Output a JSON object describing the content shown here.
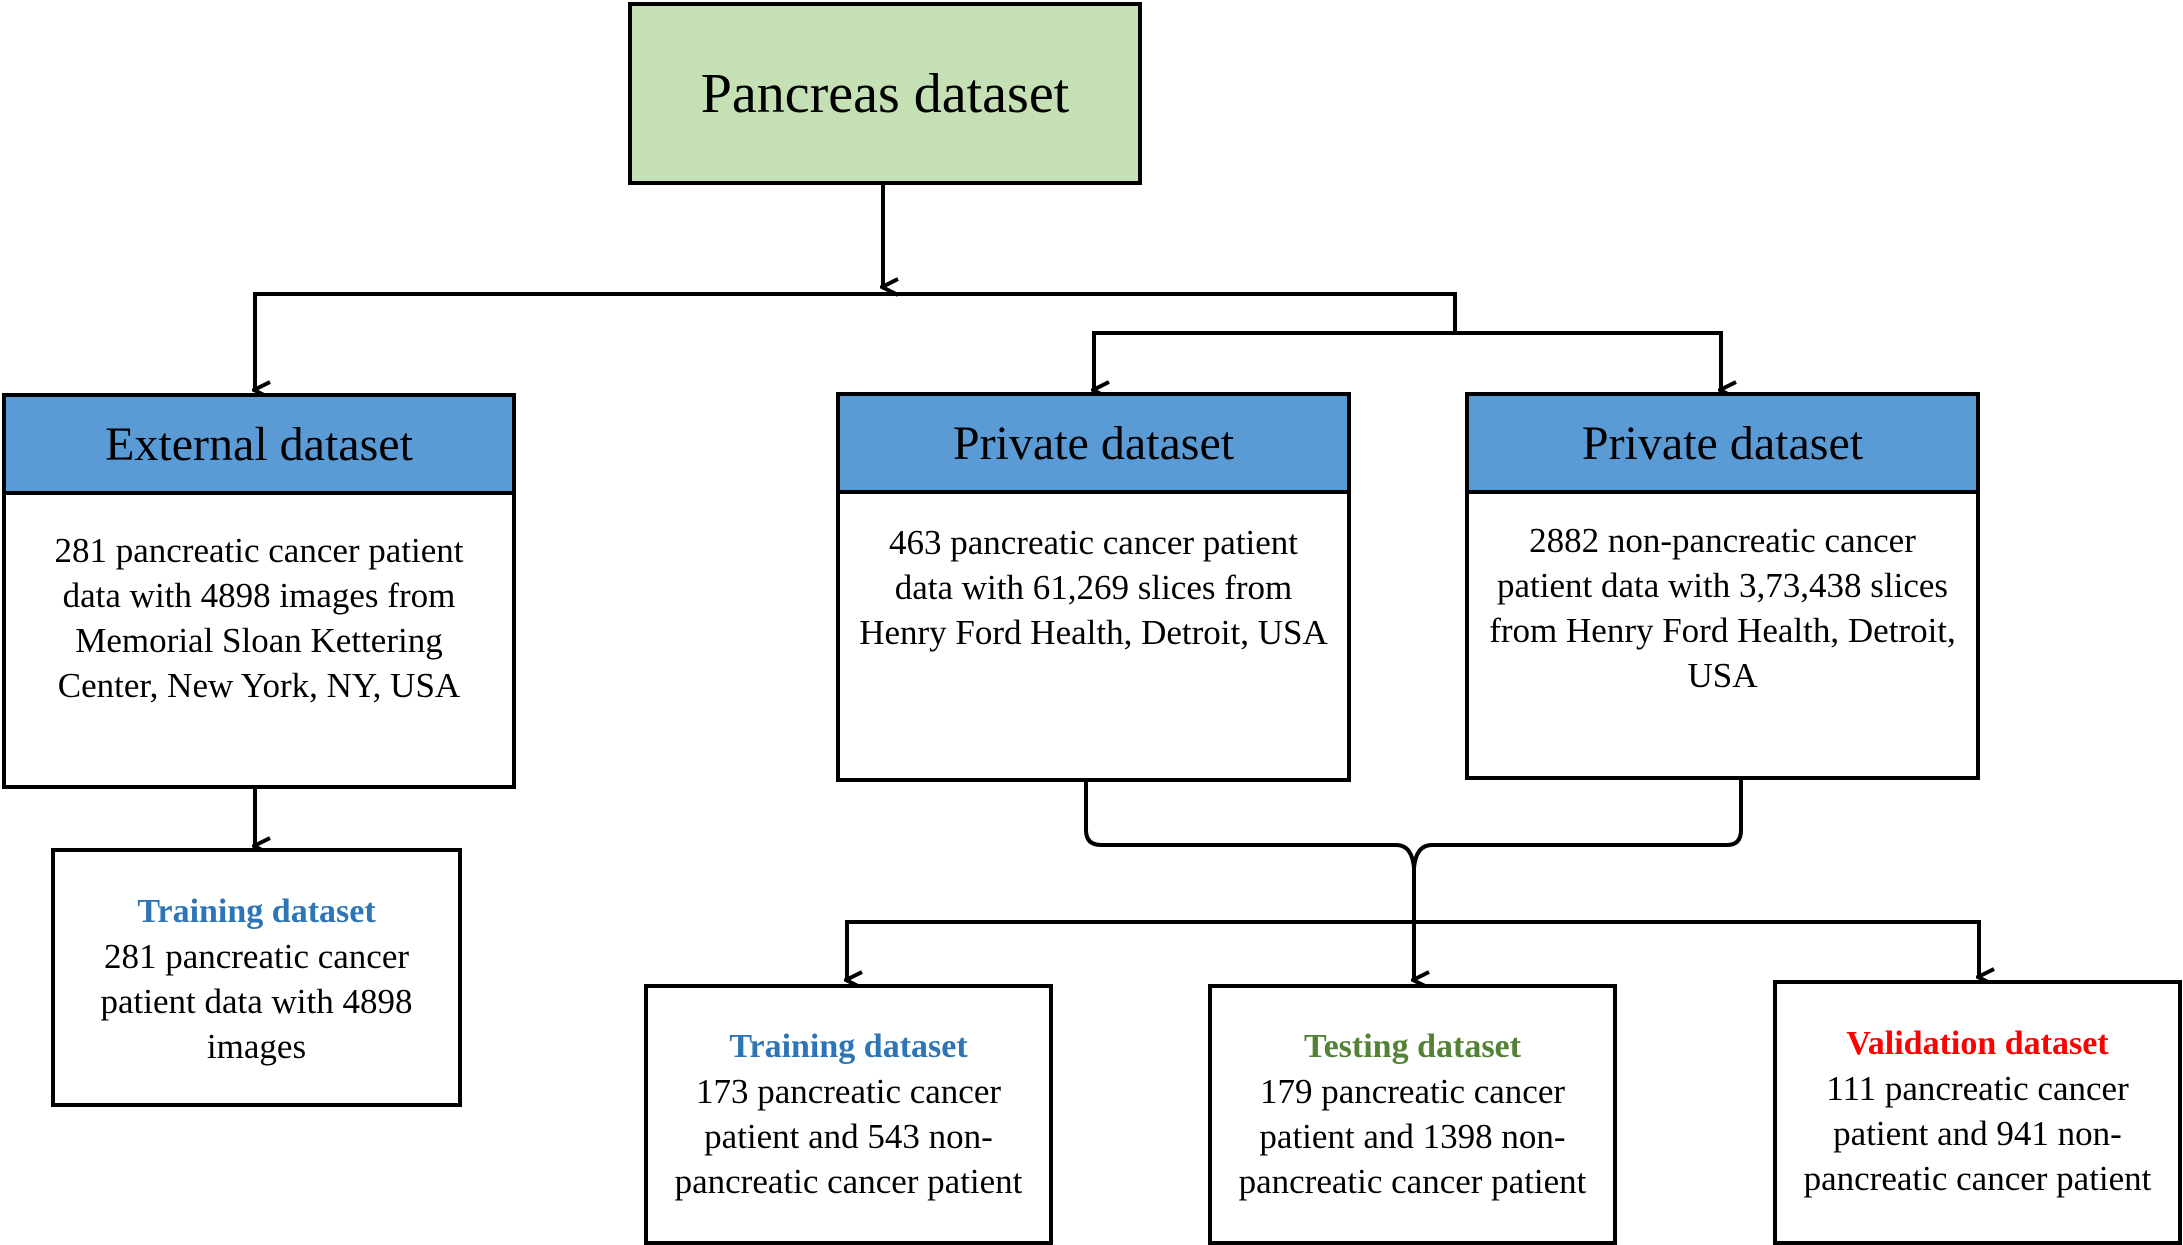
{
  "root": {
    "title": "Pancreas dataset"
  },
  "external": {
    "title": "External dataset",
    "text": "281 pancreatic cancer patient data with 4898 images from Memorial Sloan Kettering Center, New York, NY, USA"
  },
  "private_cancer": {
    "title": "Private dataset",
    "text": "463 pancreatic cancer patient data with 61,269 slices from Henry Ford Health, Detroit, USA"
  },
  "private_noncancer": {
    "title": "Private dataset",
    "text": "2882 non-pancreatic cancer patient data with 3,73,438 slices from Henry Ford Health, Detroit, USA"
  },
  "external_training": {
    "title": "Training dataset",
    "text": "281 pancreatic cancer patient data with 4898 images"
  },
  "private_training": {
    "title": "Training dataset",
    "text": "173 pancreatic cancer patient and 543 non-pancreatic cancer patient"
  },
  "private_testing": {
    "title": "Testing dataset",
    "text": "179 pancreatic cancer patient and 1398 non-pancreatic cancer patient"
  },
  "private_validation": {
    "title": "Validation dataset",
    "text": "111 pancreatic cancer patient and 941 non-pancreatic cancer patient"
  },
  "colors": {
    "title_fill": "#c5e0b4",
    "header_fill": "#5b9bd5",
    "training": "#2e75b6",
    "testing": "#548235",
    "validation": "#ff0000"
  }
}
